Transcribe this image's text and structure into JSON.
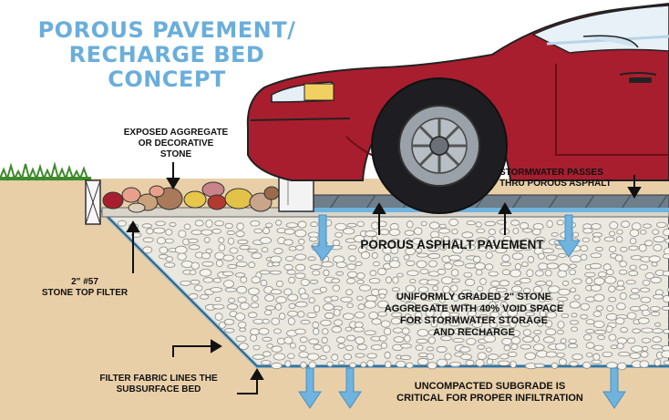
{
  "title": {
    "line1": "POROUS PAVEMENT/",
    "line2": "RECHARGE BED",
    "line3": "CONCEPT"
  },
  "labels": {
    "exposed_aggregate": [
      "EXPOSED AGGREGATE",
      "OR DECORATIVE",
      "STONE"
    ],
    "stormwater_passes": [
      "STORMWATER PASSES",
      "THRU POROUS ASPHALT"
    ],
    "porous_asphalt": "POROUS ASPHALT PAVEMENT",
    "stone_top_filter": [
      "2\" #57",
      "STONE TOP FILTER"
    ],
    "graded_stone": [
      "UNIFORMLY GRADED 2\" STONE",
      "AGGREGATE WITH 40% VOID SPACE",
      "FOR STORMWATER STORAGE",
      "AND RECHARGE"
    ],
    "filter_fabric": [
      "FILTER FABRIC LINES THE",
      "SUBSURFACE BED"
    ],
    "subgrade": [
      "UNCOMPACTED SUBGRADE IS",
      "CRITICAL FOR PROPER INFILTRATION"
    ]
  },
  "colors": {
    "title": "#6aaedb",
    "soil": "#e9cfa8",
    "car": "#a81e2e",
    "water": "#6fb3de",
    "gravel": "#ebe8e0",
    "asphalt": "#6e7e8a"
  }
}
